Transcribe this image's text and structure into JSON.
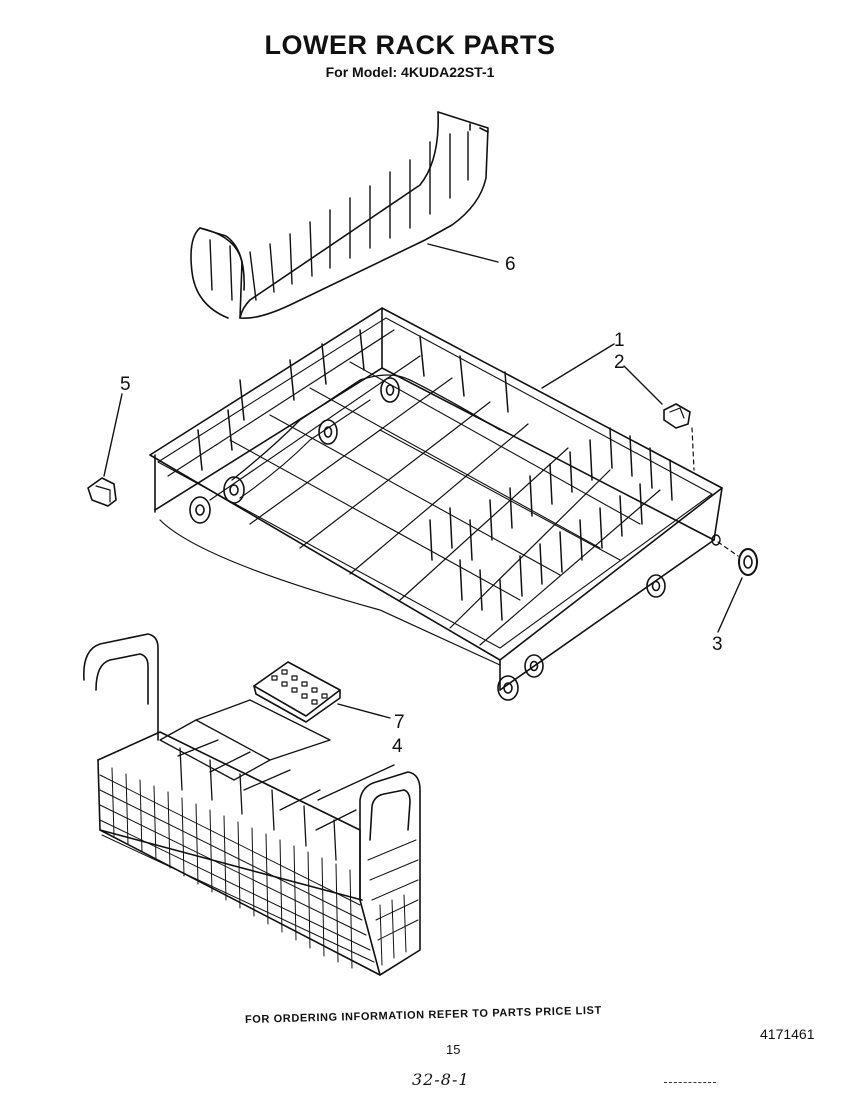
{
  "header": {
    "title": "LOWER RACK PARTS",
    "model_line": "For Model: 4KUDA22ST-1"
  },
  "callouts": [
    {
      "number": "1",
      "part": "lower-rack"
    },
    {
      "number": "2",
      "part": "rack-clip"
    },
    {
      "number": "3",
      "part": "rack-wheel"
    },
    {
      "number": "4",
      "part": "silverware-basket"
    },
    {
      "number": "5",
      "part": "stop-clip"
    },
    {
      "number": "6",
      "part": "fold-down-tine-row"
    },
    {
      "number": "7",
      "part": "basket-cover"
    }
  ],
  "footer": {
    "ordering_note": "FOR ORDERING INFORMATION REFER TO PARTS PRICE LIST",
    "page_number": "15",
    "document_number": "4171461",
    "handwritten_mark": "32-8-1"
  }
}
